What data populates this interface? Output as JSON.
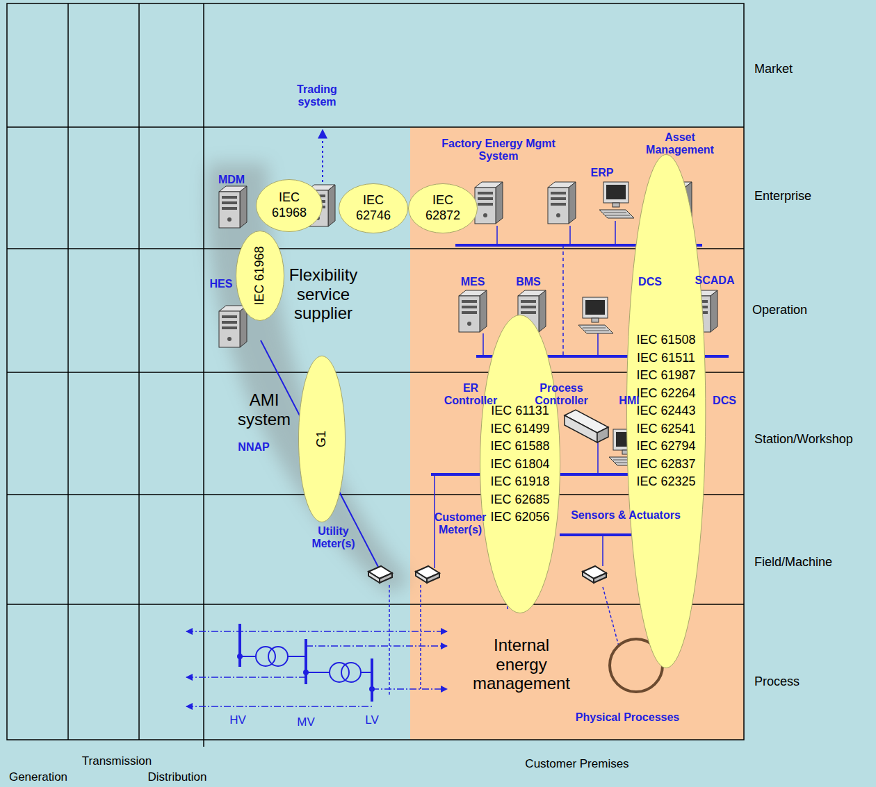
{
  "diagram": {
    "nodes": [
      {
        "text": [
          "IEC 61968"
        ]
      },
      {
        "text": [
          "IEC 62746"
        ]
      },
      {
        "text": [
          "IEC 62872"
        ]
      },
      {
        "text": [
          "IEC 61968"
        ]
      },
      {
        "text": [
          "G1"
        ]
      },
      {
        "text": [
          "IEC 61131",
          "IEC 61499",
          "IEC 61588",
          "IEC 61804",
          "IEC 61918",
          "IEC 62685",
          "IEC 62056"
        ]
      },
      {
        "text": [
          "IEC 61508",
          "IEC 61511",
          "IEC 61987",
          "IEC 62264",
          "IEC 62443",
          "IEC 62541",
          "IEC 62794",
          "IEC 62837",
          "IEC 62325"
        ]
      }
    ],
    "labels": [
      "Market",
      "Enterprise",
      "Operation",
      "Station/Workshop",
      "Field/Machine",
      "Process",
      "Generation",
      "Transmission",
      "Distribution",
      "Customer Premises",
      "Trading system",
      "MDM",
      "HES",
      "Factory Energy Mgmt System",
      "ERP",
      "Asset Management",
      "MES",
      "BMS",
      "DCS",
      "SCADA",
      "ER Controller",
      "Process Controller",
      "HMI",
      "DCS",
      "Flexibility service supplier",
      "AMI system",
      "NNAP",
      "Utility Meter(s)",
      "Customer Meter(s)",
      "Sensors & Actuators",
      "Internal energy management",
      "Physical Processes",
      "HV",
      "MV",
      "LV"
    ]
  }
}
